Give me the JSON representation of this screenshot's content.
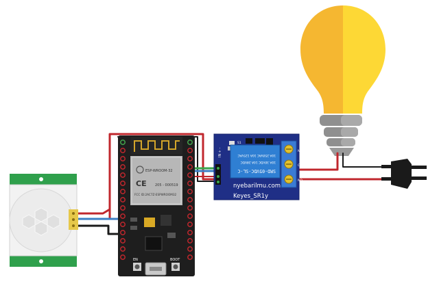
{
  "esp32": {
    "module_label": "ESP-WROOM-32",
    "ce_mark": "CE",
    "certification": "205 - 000519",
    "fcc_id": "FCC ID:2AC7Z-ESPWROOM32",
    "button_en": "EN",
    "button_boot": "BOOT"
  },
  "relay": {
    "pin_label": "IN + -",
    "led_label": "S1",
    "relay_text_1": "SRD-05VDC-SL-C",
    "relay_text_2": "10A 30VDC 10A 28VDC",
    "relay_text_3": "10A 250VAC 10A 125VAC",
    "brand": "nyebarilmu.com",
    "model": "Keyes_SR1y",
    "terminal_labels": [
      "NC",
      "C",
      "NO"
    ]
  },
  "colors": {
    "wire_red": "#c0272d",
    "wire_black": "#1a1a1a",
    "wire_blue": "#3b7fc4",
    "wire_green": "#3aa64c",
    "bulb_glass": "#fdd835",
    "bulb_shade": "#f5b731",
    "relay_board": "#2a3a8c",
    "relay_body": "#2f7fd3",
    "terminal_block": "#3a7bd5",
    "pir_board": "#2fa04c",
    "esp_board": "#1e1e1e"
  }
}
